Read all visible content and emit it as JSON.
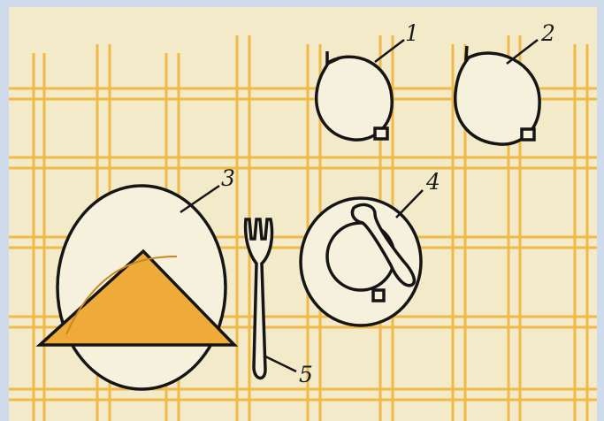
{
  "colors": {
    "frame": "#cfdaea",
    "paper": "#f2eac8",
    "stripe": "#f0b53c",
    "napkin": "#eeab3a",
    "ink": "#151515",
    "plate": "#f6f1dc"
  },
  "labels": {
    "one": "1",
    "two": "2",
    "three": "3",
    "four": "4",
    "five": "5"
  }
}
